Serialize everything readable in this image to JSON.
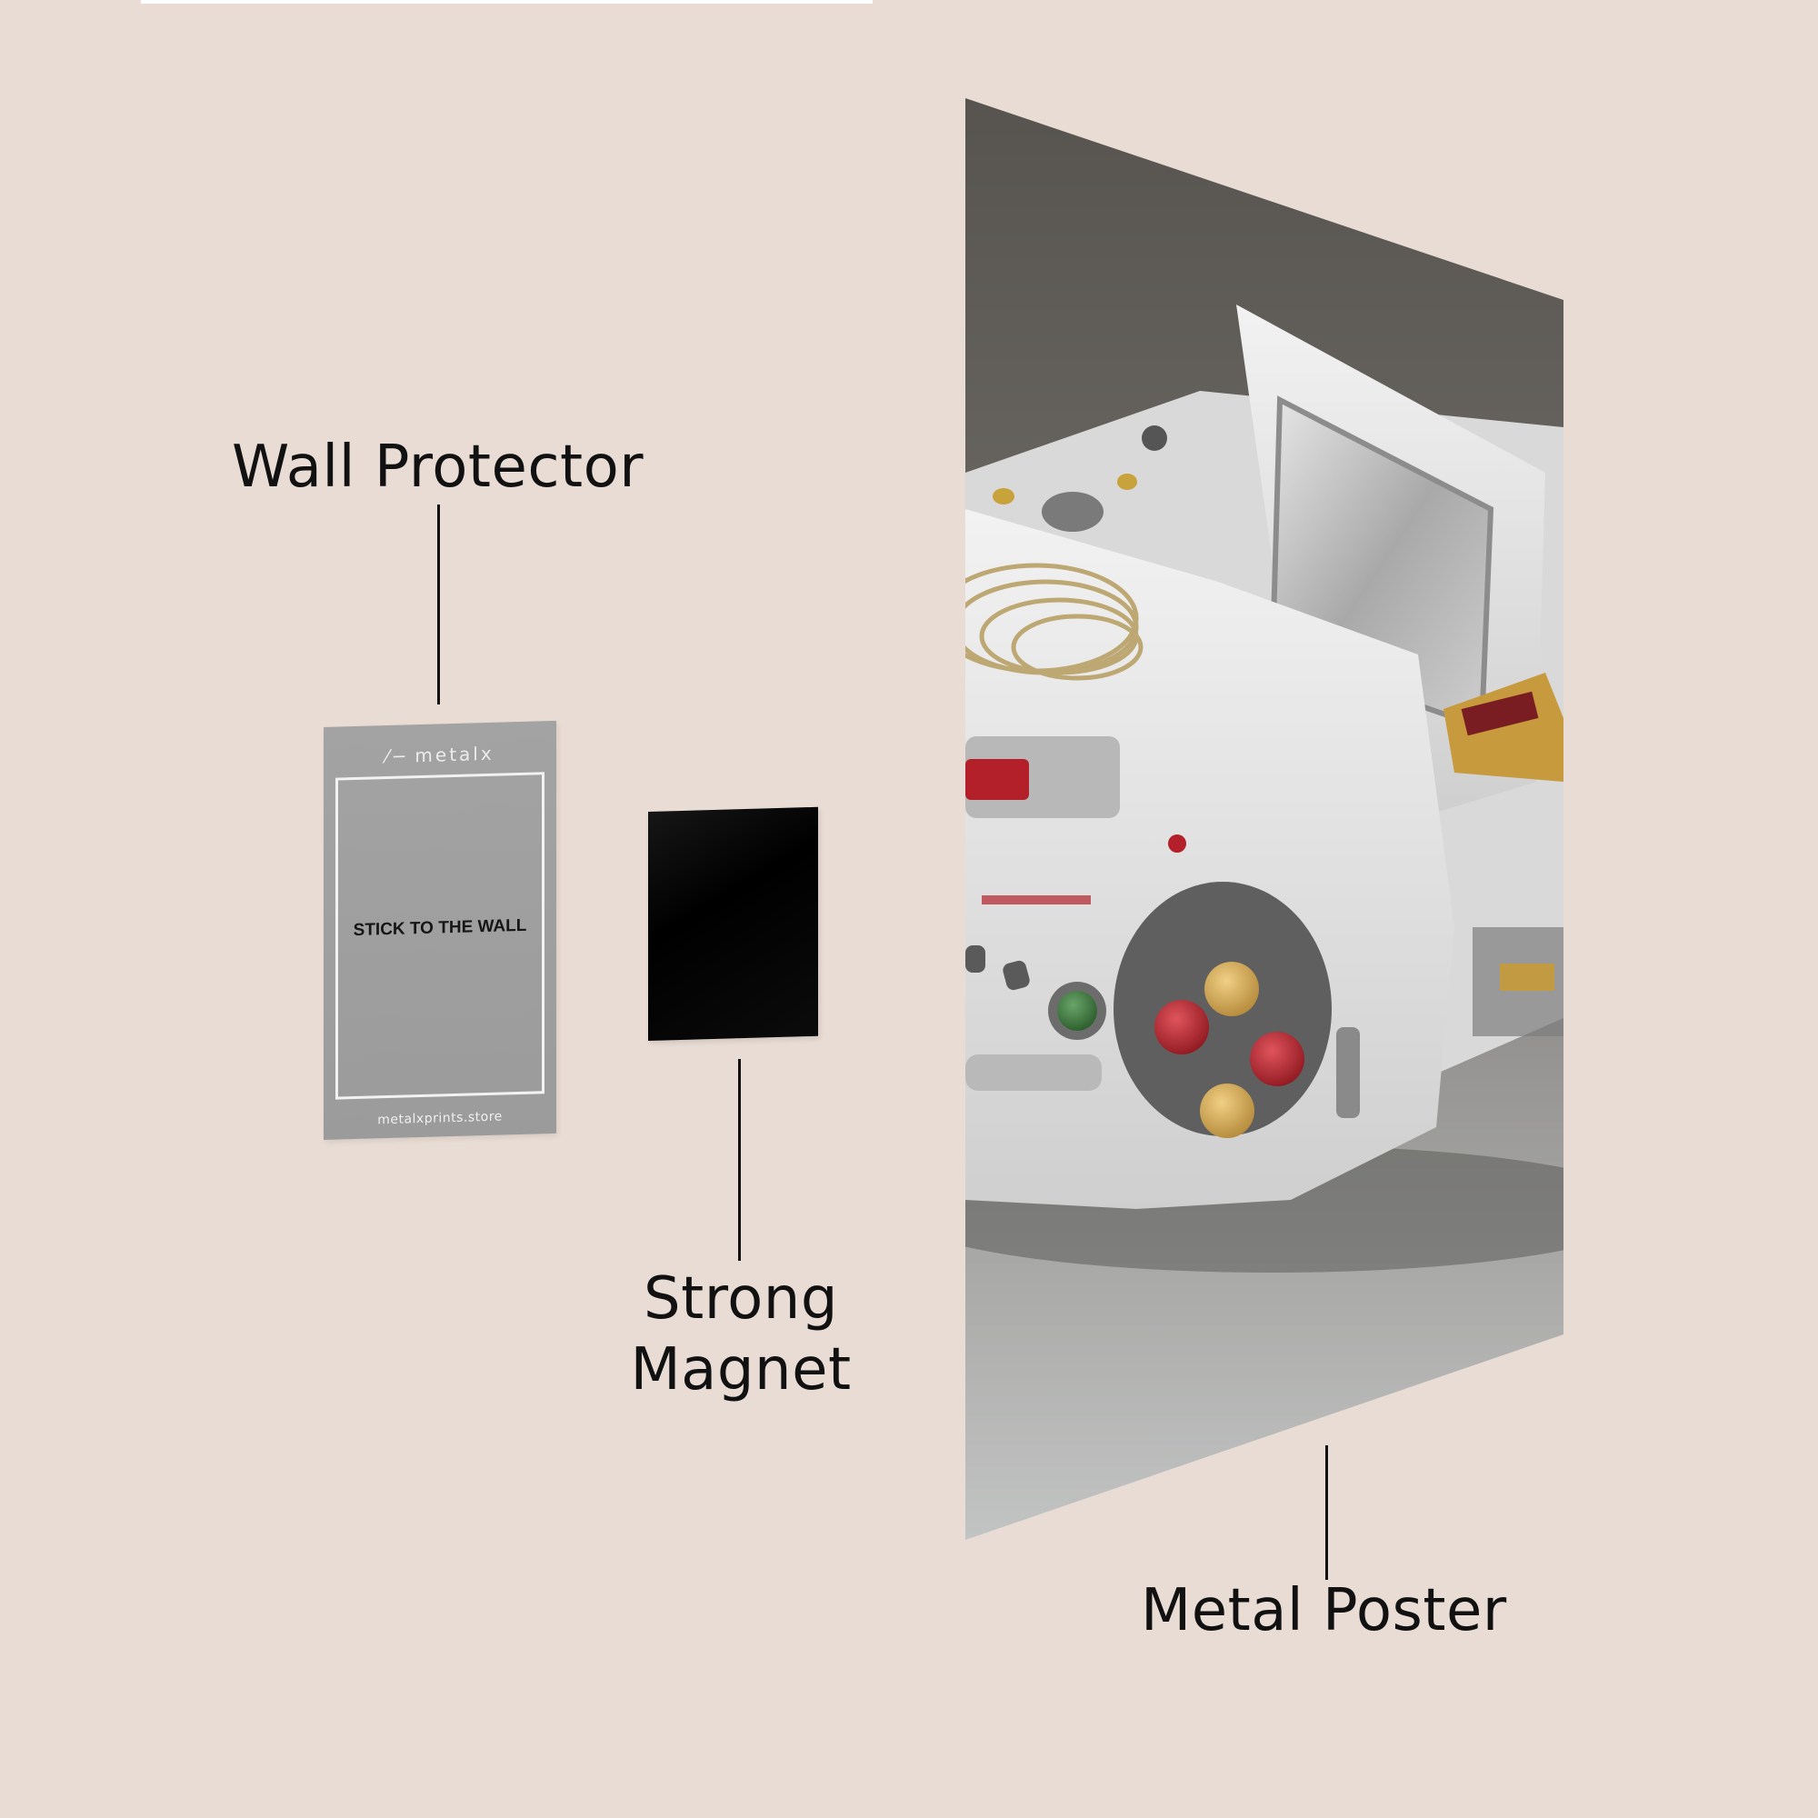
{
  "labels": {
    "wall_protector": "Wall Protector",
    "strong_magnet_line1": "Strong",
    "strong_magnet_line2": "Magnet",
    "metal_poster": "Metal Poster"
  },
  "protector": {
    "logo": "metalx",
    "instruction": "STICK TO THE WALL",
    "website": "metalxprints.store"
  },
  "colors": {
    "background": "#e8dcd4",
    "protector": "#a0a0a0",
    "magnet": "#000000",
    "text": "#111111",
    "console_body": "#e6e6e6",
    "button_red": "#b3202a",
    "button_yellow": "#d6a94e",
    "button_green": "#3b7a3b"
  },
  "poster_image": {
    "subject": "white retro handheld game console",
    "icons": [
      "console-screen-icon",
      "dpad-buttons-icon",
      "cartridge-icon",
      "cable-coil-icon"
    ]
  }
}
